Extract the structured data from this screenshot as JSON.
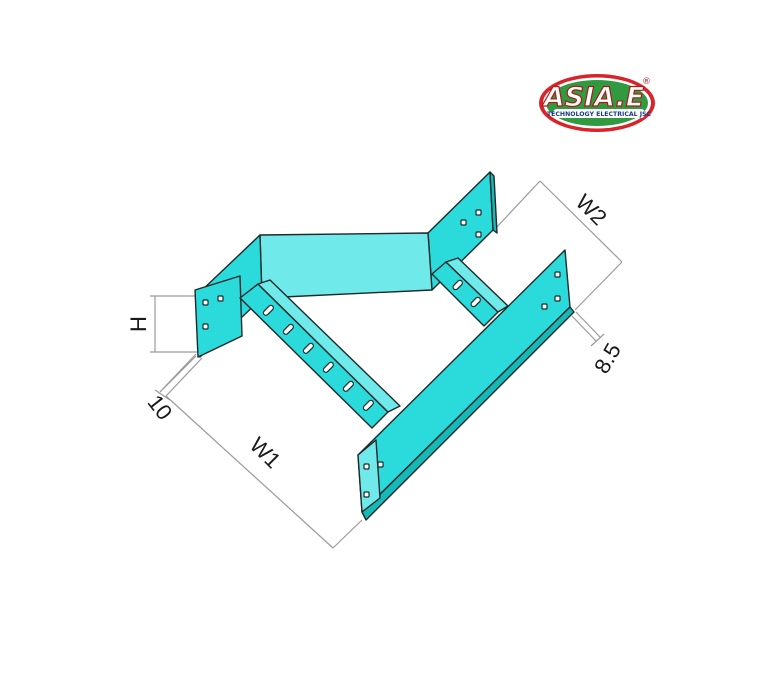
{
  "logo": {
    "word": "ASIA.E",
    "registered": "®",
    "tagline": "TECHNOLOGY ELECTRICAL JSC",
    "colors": {
      "ring": "#d8232a",
      "fill": "#2f9a3f",
      "text": "#ffffff"
    }
  },
  "dimensions": {
    "h_label": "H",
    "w1_label": "W1",
    "w2_label": "W2",
    "offset_left": "10",
    "offset_right": "8.5"
  },
  "colors": {
    "body": "#2bdada",
    "body_light": "#6fe9e9",
    "body_dark": "#17b8b8",
    "outline": "#1c2a2a",
    "dimension_line": "#9a9a9a"
  }
}
